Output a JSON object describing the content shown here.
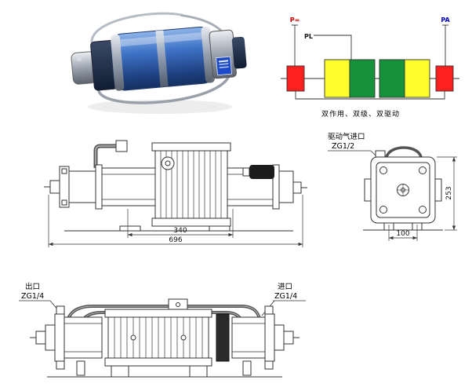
{
  "colors": {
    "line": "#333333",
    "end_block": "#ff1f1f",
    "gas_stage": "#ffff2e",
    "drive_stage": "#15923a",
    "port_left_color": "#cc0000",
    "port_right_color": "#0000bb",
    "cylinder_blue": "#2e5fb0"
  },
  "schematic": {
    "port_left_label": "P=",
    "port_pl_label": "PL",
    "port_right_label": "PA",
    "caption": "双作用、双级、双驱动"
  },
  "front_view": {
    "dim_body_width": "340",
    "dim_total_length": "696"
  },
  "side_view": {
    "inlet_label": "驱动气进口",
    "inlet_thread": "ZG1/2",
    "dim_width": "100",
    "dim_height": "253"
  },
  "bottom_view": {
    "outlet_label": "出口",
    "outlet_thread": "ZG1/4",
    "inlet_label": "进口",
    "inlet_thread": "ZG1/4"
  }
}
